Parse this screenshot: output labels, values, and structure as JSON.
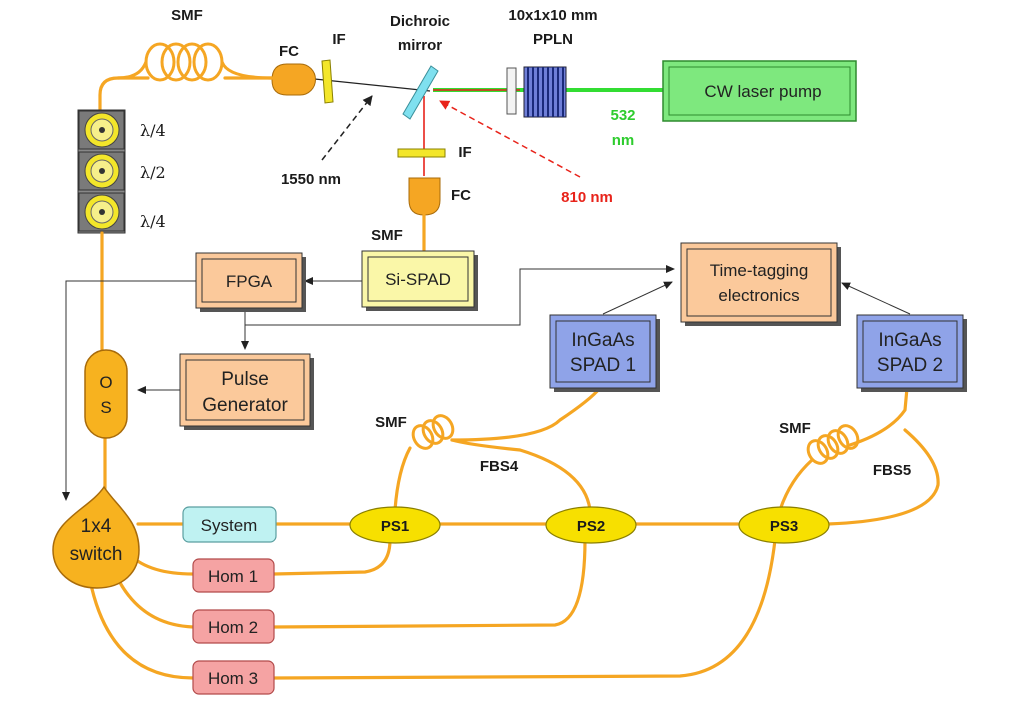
{
  "labels": {
    "smf_top": "SMF",
    "fc_top": "FC",
    "if_top": "IF",
    "dichroic_line1": "Dichroic",
    "dichroic_line2": "mirror",
    "ppln_line1": "10x1x10 mm",
    "ppln_line2": "PPLN",
    "cw_laser": "CW laser pump",
    "wl532_line1": "532",
    "wl532_line2": "nm",
    "wl1550": "1550 nm",
    "wl810": "810 nm",
    "if_mid": "IF",
    "fc_mid": "FC",
    "smf_mid": "SMF",
    "qwp1": "λ/4",
    "hwp": "λ/2",
    "qwp2": "λ/4",
    "fpga": "FPGA",
    "si_spad": "Si-SPAD",
    "time_tag_line1": "Time-tagging",
    "time_tag_line2": "electronics",
    "os_line1": "O",
    "os_line2": "S",
    "pulse_gen_line1": "Pulse",
    "pulse_gen_line2": "Generator",
    "ingaas1_line1": "InGaAs",
    "ingaas1_line2": "SPAD 1",
    "ingaas2_line1": "InGaAs",
    "ingaas2_line2": "SPAD 2",
    "smf_fbs4": "SMF",
    "fbs4": "FBS4",
    "smf_fbs5": "SMF",
    "fbs5": "FBS5",
    "switch_line1": "1x4",
    "switch_line2": "switch",
    "system": "System",
    "ps1": "PS1",
    "ps2": "PS2",
    "ps3": "PS3",
    "hom1": "Hom 1",
    "hom2": "Hom 2",
    "hom3": "Hom 3"
  },
  "colors": {
    "fiber": "#f5a623",
    "pump_beam": "#33dd33",
    "signal_beam": "#e8231a",
    "laser_box": "#7ee87e",
    "instrument_box": "#fbc99b",
    "spad_box": "#8fa3e8",
    "hom_box": "#f5a3a3",
    "system_box": "#bff2f2",
    "ps_ellipse": "#f7e000"
  }
}
